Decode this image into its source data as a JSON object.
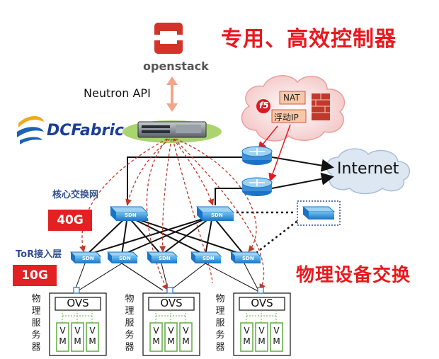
{
  "headline": "专用、高效控制器",
  "subheadline": "物理设备交换",
  "openstack": {
    "text": "openstack"
  },
  "api_label": "Neutron API",
  "brand": "DCFabric",
  "cloud": {
    "nat": "NAT",
    "float_ip": "浮动IP",
    "f5": "f5"
  },
  "internet": "Internet",
  "core_label": "核心交换网",
  "tor_label": "ToR接入层",
  "bandwidth_core": "40G",
  "bandwidth_tor": "10G",
  "switch_label": "SDN",
  "servers": [
    {
      "label": "物理服务器",
      "ovs": "OVS",
      "vms": [
        "V M",
        "V M",
        "V M"
      ]
    },
    {
      "label": "物理服务器",
      "ovs": "OVS",
      "vms": [
        "V M",
        "V M",
        "V M"
      ]
    },
    {
      "label": "物理服务器",
      "ovs": "OVS",
      "vms": [
        "V M",
        "V M",
        "V M"
      ]
    }
  ],
  "colors": {
    "accent_red": "#e8191e",
    "switch_blue": "#1e7fd0",
    "vm_green": "#6ab04c",
    "cloud_pink": "#f6c8c8"
  }
}
